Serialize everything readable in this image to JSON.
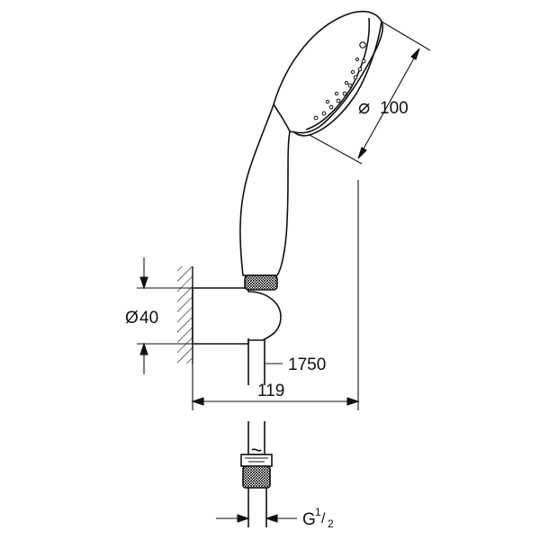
{
  "dimensions": {
    "head_diameter": {
      "symbol": "⌀",
      "value": "100"
    },
    "holder_diameter": {
      "symbol": "Ø",
      "value": "40"
    },
    "hose_length": "1750",
    "wall_projection": "119",
    "thread": {
      "letter": "G",
      "numerator": "1",
      "slash": "/",
      "denominator": "2"
    }
  }
}
